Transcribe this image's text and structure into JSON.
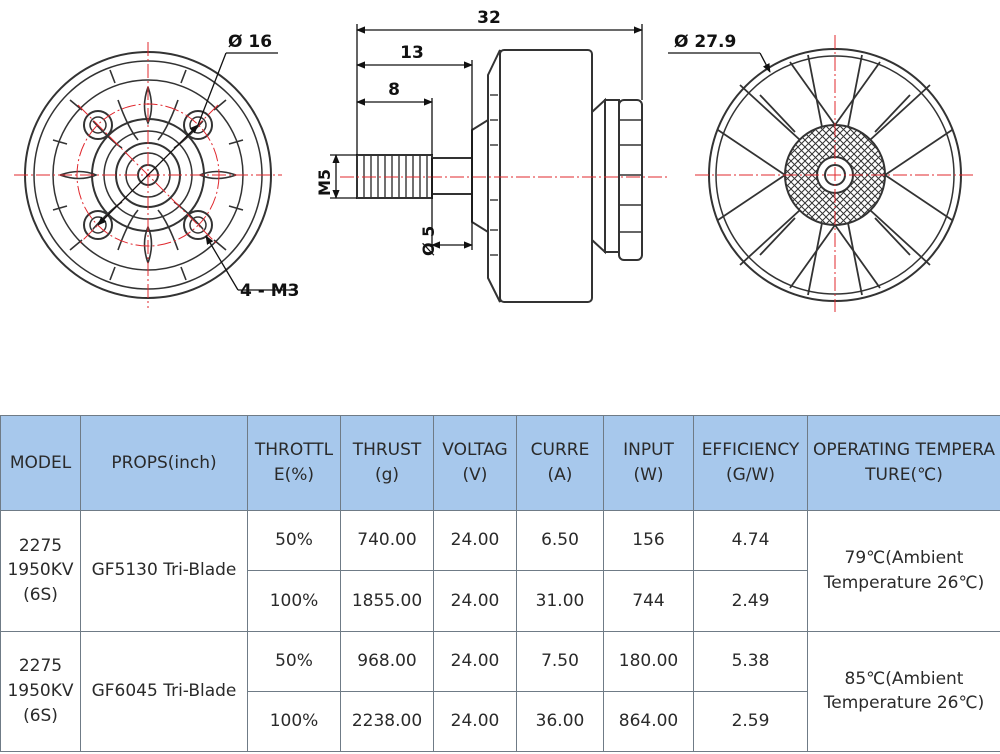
{
  "drawing": {
    "dims": {
      "front_hole_circle": "Ø 16",
      "front_holes": "4 - M3",
      "overall_length": "32",
      "shaft_to_bell": "13",
      "thread_length": "8",
      "thread_size": "M5",
      "shaft_diameter": "Ø 5",
      "bell_diameter": "Ø 27.9"
    }
  },
  "table": {
    "headers": [
      "MODEL",
      "PROPS(inch)",
      "THROTTLE(%)",
      "THRUST (g)",
      "VOLTAG(V)",
      "CURRE(A)",
      "INPUT (W)",
      "EFFICIENCY(G/W)",
      "OPERATING TEMPERATURE(℃)"
    ],
    "groups": [
      {
        "model": "2275 1950KV (6S)",
        "props": "GF5130 Tri-Blade",
        "temperature": "79℃(Ambient Temperature 26℃)",
        "rows": [
          {
            "throttle": "50%",
            "thrust": "740.00",
            "voltage": "24.00",
            "current": "6.50",
            "input": "156",
            "efficiency": "4.74"
          },
          {
            "throttle": "100%",
            "thrust": "1855.00",
            "voltage": "24.00",
            "current": "31.00",
            "input": "744",
            "efficiency": "2.49"
          }
        ]
      },
      {
        "model": "2275 1950KV (6S)",
        "props": "GF6045 Tri-Blade",
        "temperature": "85℃(Ambient Temperature 26℃)",
        "rows": [
          {
            "throttle": "50%",
            "thrust": "968.00",
            "voltage": "24.00",
            "current": "7.50",
            "input": "180.00",
            "efficiency": "5.38"
          },
          {
            "throttle": "100%",
            "thrust": "2238.00",
            "voltage": "24.00",
            "current": "36.00",
            "input": "864.00",
            "efficiency": "2.59"
          }
        ]
      }
    ]
  }
}
